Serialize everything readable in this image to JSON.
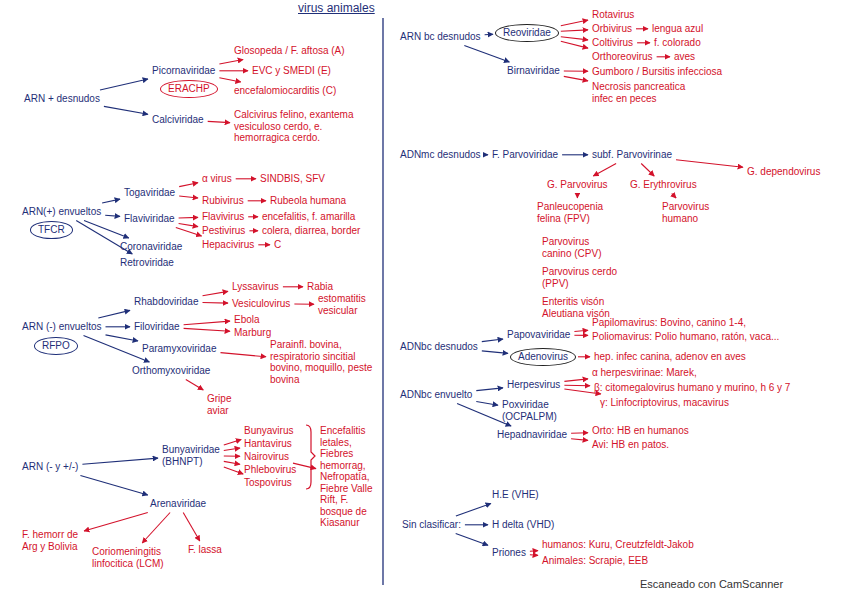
{
  "diagram": {
    "title": "virus animales",
    "nodes": [
      {
        "text": [
          "ARN + desnudos"
        ]
      },
      {
        "text": [
          "Picornaviridae"
        ]
      },
      {
        "text": [
          "ERACHP"
        ]
      },
      {
        "text": [
          "Glosopeda / F. aftosa (A)"
        ]
      },
      {
        "text": [
          "EVC y SMEDI (E)"
        ]
      },
      {
        "text": [
          "encefalomiocarditis (C)"
        ]
      },
      {
        "text": [
          "Calciviridae"
        ]
      },
      {
        "text": [
          "Calcivirus felino, exantema vesiculoso cerdo, e. hemorragica cerdo."
        ]
      },
      {
        "text": [
          "ARN(+) envueltos"
        ]
      },
      {
        "text": [
          "TFCR"
        ]
      },
      {
        "text": [
          "Togaviridae"
        ]
      },
      {
        "text": [
          "α virus"
        ]
      },
      {
        "text": [
          "SINDBIS, SFV"
        ]
      },
      {
        "text": [
          "Rubivirus"
        ]
      },
      {
        "text": [
          "Rubeola humana"
        ]
      },
      {
        "text": [
          "Flaviviridae"
        ]
      },
      {
        "text": [
          "Flavivirus"
        ]
      },
      {
        "text": [
          "encefalitis, f. amarilla"
        ]
      },
      {
        "text": [
          "Pestivirus"
        ]
      },
      {
        "text": [
          "colera, diarrea, border"
        ]
      },
      {
        "text": [
          "Hepacivirus"
        ]
      },
      {
        "text": [
          "C"
        ]
      },
      {
        "text": [
          "Coronaviridae"
        ]
      },
      {
        "text": [
          "Retroviridae"
        ]
      },
      {
        "text": [
          "ARN (-) envueltos"
        ]
      },
      {
        "text": [
          "RFPO"
        ]
      },
      {
        "text": [
          "Rhabdoviridae"
        ]
      },
      {
        "text": [
          "Lyssavirus"
        ]
      },
      {
        "text": [
          "Rabia"
        ]
      },
      {
        "text": [
          "Vesiculovirus"
        ]
      },
      {
        "text": [
          "estomatitis vesicular"
        ]
      },
      {
        "text": [
          "Filoviridae"
        ]
      },
      {
        "text": [
          "Ebola"
        ]
      },
      {
        "text": [
          "Marburg"
        ]
      },
      {
        "text": [
          "Paramyxoviridae"
        ]
      },
      {
        "text": [
          "Parainfl. bovina, respiratorio sincitial bovino, moquillo, peste bovina"
        ]
      },
      {
        "text": [
          "Orthomyxoviridae"
        ]
      },
      {
        "text": [
          "Gripe aviar"
        ]
      },
      {
        "text": [
          "ARN (- y +/-)"
        ]
      },
      {
        "text": [
          "Bunyaviridae",
          "(BHNPT)"
        ]
      },
      {
        "text": [
          "Bunyavirus"
        ]
      },
      {
        "text": [
          "Hantavirus"
        ]
      },
      {
        "text": [
          "Nairovirus"
        ]
      },
      {
        "text": [
          "Phlebovirus"
        ]
      },
      {
        "text": [
          "Tospovirus"
        ]
      },
      {
        "text": [
          "Encefalitis letales, Fiebres hemorrag, Nefropatía, Fiebre Valle Rift, F. bosque de Kiasanur"
        ]
      },
      {
        "text": [
          "Arenaviridae"
        ]
      },
      {
        "text": [
          "F. hemorr de Arg y Bolivia"
        ]
      },
      {
        "text": [
          "Coriomeningitis linfocitica (LCM)"
        ]
      },
      {
        "text": [
          "F. lassa"
        ]
      },
      {
        "text": [
          "ARN bc desnudos"
        ]
      },
      {
        "text": [
          "Reoviridae"
        ]
      },
      {
        "text": [
          "Birnaviridae"
        ]
      },
      {
        "text": [
          "Rotavirus"
        ]
      },
      {
        "text": [
          "Orbivirus"
        ]
      },
      {
        "text": [
          "lengua azul"
        ]
      },
      {
        "text": [
          "Coltivirus"
        ]
      },
      {
        "text": [
          "f. colorado"
        ]
      },
      {
        "text": [
          "Orthoreovirus"
        ]
      },
      {
        "text": [
          "aves"
        ]
      },
      {
        "text": [
          "Gumboro / Bursitis infecciosa"
        ]
      },
      {
        "text": [
          "Necrosis pancreatica infec en peces"
        ]
      },
      {
        "text": [
          "ADNmc desnudos"
        ]
      },
      {
        "text": [
          "F. Parvoviridae"
        ]
      },
      {
        "text": [
          "subf. Parvovirinae"
        ]
      },
      {
        "text": [
          "G. Parvovirus"
        ]
      },
      {
        "text": [
          "G. Erythrovirus"
        ]
      },
      {
        "text": [
          "G. dependovirus"
        ]
      },
      {
        "text": [
          "Panleucopenia felina (FPV)"
        ]
      },
      {
        "text": [
          "Parvovirus canino (CPV)"
        ]
      },
      {
        "text": [
          "Parvovirus cerdo (PPV)"
        ]
      },
      {
        "text": [
          "Enteritis visón Aleutiana visón"
        ]
      },
      {
        "text": [
          "Parvovirus humano"
        ]
      },
      {
        "text": [
          "ADNbc desnudos"
        ]
      },
      {
        "text": [
          "Papovaviridae"
        ]
      },
      {
        "text": [
          "Papilomavirus: Bovino, canino 1-4,"
        ]
      },
      {
        "text": [
          "Poliomavirus: Polio humano, ratón, vaca..."
        ]
      },
      {
        "text": [
          "Adenovirus"
        ]
      },
      {
        "text": [
          "hep. infec canina, adenov en aves"
        ]
      },
      {
        "text": [
          "ADNbc envuelto"
        ]
      },
      {
        "text": [
          "Herpesvirus"
        ]
      },
      {
        "text": [
          "α herpesvirinae: Marek,"
        ]
      },
      {
        "text": [
          "β: citomegalovirus humano y murino, h 6 y 7"
        ]
      },
      {
        "text": [
          "γ: Linfocriptovirus, macavirus"
        ]
      },
      {
        "text": [
          "Poxviridae",
          "(OCPALPM)"
        ]
      },
      {
        "text": [
          "Hepadnaviridae"
        ]
      },
      {
        "text": [
          "Orto: HB en humanos"
        ]
      },
      {
        "text": [
          "Avi: HB en patos."
        ]
      },
      {
        "text": [
          "Sin clasificar:"
        ]
      },
      {
        "text": [
          "H.E (VHE)"
        ]
      },
      {
        "text": [
          "H delta (VHD)"
        ]
      },
      {
        "text": [
          "Priones"
        ]
      },
      {
        "text": [
          "humanos: Kuru, Creutzfeldt-Jakob"
        ]
      },
      {
        "text": [
          "Animales: Scrapie, EEB"
        ]
      }
    ],
    "edges": [
      {
        "from": 0,
        "to": 1,
        "arrow": "to"
      },
      {
        "from": 0,
        "to": 6,
        "arrow": "to"
      },
      {
        "from": 1,
        "to": 3,
        "arrow": "to"
      },
      {
        "from": 1,
        "to": 4,
        "arrow": "to"
      },
      {
        "from": 1,
        "to": 5,
        "arrow": "to"
      },
      {
        "from": 6,
        "to": 7,
        "arrow": "to"
      },
      {
        "from": 8,
        "to": 10,
        "arrow": "to"
      },
      {
        "from": 8,
        "to": 15,
        "arrow": "to"
      },
      {
        "from": 8,
        "to": 22,
        "arrow": "to"
      },
      {
        "from": 8,
        "to": 23,
        "arrow": "to"
      },
      {
        "from": 10,
        "to": 11,
        "arrow": "to"
      },
      {
        "from": 11,
        "to": 12,
        "arrow": "to"
      },
      {
        "from": 10,
        "to": 13,
        "arrow": "to"
      },
      {
        "from": 13,
        "to": 14,
        "arrow": "to"
      },
      {
        "from": 15,
        "to": 16,
        "arrow": "to"
      },
      {
        "from": 16,
        "to": 17,
        "arrow": "to"
      },
      {
        "from": 15,
        "to": 18,
        "arrow": "to"
      },
      {
        "from": 18,
        "to": 19,
        "arrow": "to"
      },
      {
        "from": 15,
        "to": 20,
        "arrow": "to"
      },
      {
        "from": 20,
        "to": 21,
        "arrow": "to"
      },
      {
        "from": 24,
        "to": 26,
        "arrow": "to"
      },
      {
        "from": 24,
        "to": 31,
        "arrow": "to"
      },
      {
        "from": 24,
        "to": 34,
        "arrow": "to"
      },
      {
        "from": 24,
        "to": 36,
        "arrow": "to"
      },
      {
        "from": 26,
        "to": 27,
        "arrow": "to"
      },
      {
        "from": 27,
        "to": 28,
        "arrow": "to"
      },
      {
        "from": 26,
        "to": 29,
        "arrow": "to"
      },
      {
        "from": 29,
        "to": 30,
        "arrow": "to"
      },
      {
        "from": 31,
        "to": 32,
        "arrow": "to"
      },
      {
        "from": 31,
        "to": 33,
        "arrow": "to"
      },
      {
        "from": 34,
        "to": 35,
        "arrow": "to"
      },
      {
        "from": 36,
        "to": 37,
        "arrow": "to"
      },
      {
        "from": 38,
        "to": 39,
        "arrow": "to"
      },
      {
        "from": 38,
        "to": 46,
        "arrow": "to"
      },
      {
        "from": 39,
        "to": 40,
        "arrow": "to"
      },
      {
        "from": 39,
        "to": 41,
        "arrow": "to"
      },
      {
        "from": 39,
        "to": 42,
        "arrow": "to"
      },
      {
        "from": 39,
        "to": 43,
        "arrow": "to"
      },
      {
        "from": 39,
        "to": 44,
        "arrow": "to"
      },
      {
        "from": 42,
        "to": 45,
        "arrow": "to"
      },
      {
        "from": 46,
        "to": 47,
        "arrow": "to"
      },
      {
        "from": 46,
        "to": 48,
        "arrow": "to"
      },
      {
        "from": 46,
        "to": 49,
        "arrow": "to"
      },
      {
        "from": 50,
        "to": 51,
        "arrow": "to"
      },
      {
        "from": 50,
        "to": 52,
        "arrow": "to"
      },
      {
        "from": 51,
        "to": 53,
        "arrow": "to"
      },
      {
        "from": 51,
        "to": 54,
        "arrow": "to"
      },
      {
        "from": 54,
        "to": 55,
        "arrow": "to"
      },
      {
        "from": 51,
        "to": 56,
        "arrow": "to"
      },
      {
        "from": 56,
        "to": 57,
        "arrow": "to"
      },
      {
        "from": 51,
        "to": 58,
        "arrow": "to"
      },
      {
        "from": 58,
        "to": 59,
        "arrow": "to"
      },
      {
        "from": 52,
        "to": 60,
        "arrow": "to"
      },
      {
        "from": 52,
        "to": 61,
        "arrow": "to"
      },
      {
        "from": 62,
        "to": 63,
        "arrow": "to"
      },
      {
        "from": 63,
        "to": 64,
        "arrow": "to"
      },
      {
        "from": 64,
        "to": 65,
        "arrow": "to"
      },
      {
        "from": 64,
        "to": 66,
        "arrow": "to"
      },
      {
        "from": 64,
        "to": 67,
        "arrow": "to"
      },
      {
        "from": 65,
        "to": 68,
        "arrow": "to"
      },
      {
        "from": 66,
        "to": 72,
        "arrow": "to"
      },
      {
        "from": 73,
        "to": 74,
        "arrow": "to"
      },
      {
        "from": 73,
        "to": 77,
        "arrow": "to"
      },
      {
        "from": 74,
        "to": 75,
        "arrow": "to"
      },
      {
        "from": 74,
        "to": 76,
        "arrow": "to"
      },
      {
        "from": 77,
        "to": 78,
        "arrow": "to"
      },
      {
        "from": 79,
        "to": 80,
        "arrow": "to"
      },
      {
        "from": 79,
        "to": 84,
        "arrow": "to"
      },
      {
        "from": 79,
        "to": 85,
        "arrow": "to"
      },
      {
        "from": 80,
        "to": 81,
        "arrow": "to"
      },
      {
        "from": 80,
        "to": 82,
        "arrow": "to"
      },
      {
        "from": 80,
        "to": 83,
        "arrow": "to"
      },
      {
        "from": 85,
        "to": 86,
        "arrow": "to"
      },
      {
        "from": 85,
        "to": 87,
        "arrow": "to"
      },
      {
        "from": 88,
        "to": 89,
        "arrow": "to"
      },
      {
        "from": 88,
        "to": 90,
        "arrow": "to"
      },
      {
        "from": 88,
        "to": 91,
        "arrow": "to"
      },
      {
        "from": 91,
        "to": 92,
        "arrow": "to"
      },
      {
        "from": 91,
        "to": 93,
        "arrow": "to"
      }
    ],
    "labels": [
      "Escaneado con CamScanner"
    ]
  }
}
